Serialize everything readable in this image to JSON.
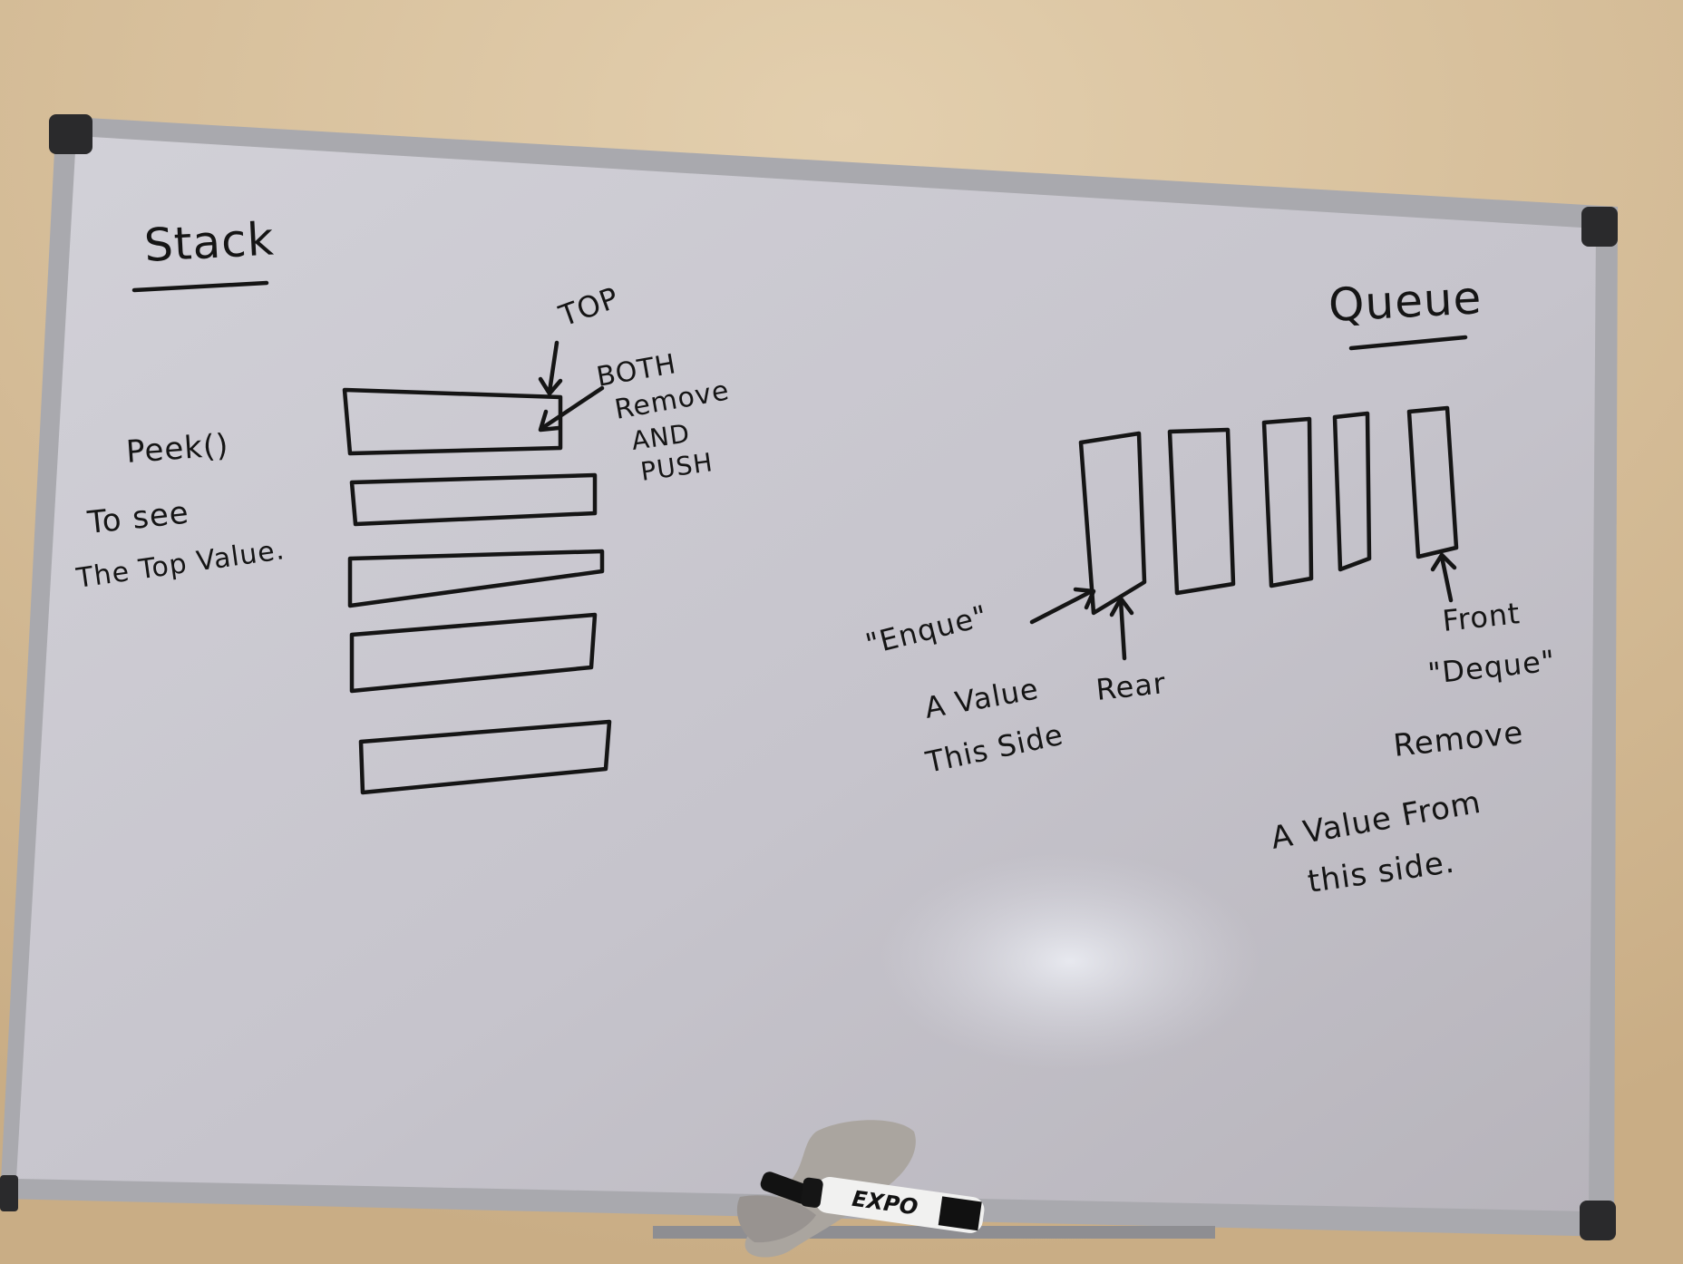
{
  "stack": {
    "title": "Stack",
    "top_label": "TOP",
    "both_label": "BOTH",
    "remove_label": "Remove",
    "and_label": "AND",
    "push_label": "PUSH",
    "peek_label": "Peek()",
    "to_see_label": "To see",
    "top_value_label": "The Top Value."
  },
  "queue": {
    "title": "Queue",
    "enque_label": "\"Enque\"",
    "a_value_label": "A Value",
    "this_side_label": "This Side",
    "rear_label": "Rear",
    "front_label": "Front",
    "deque_label": "\"Deque\"",
    "remove_label": "Remove",
    "a_value_from_label": "A Value From",
    "this_side_dot_label": "this side."
  },
  "marker": {
    "brand": "EXPO"
  },
  "colors": {
    "wall": "#d9c3a0",
    "board": "#c9c8d0",
    "frame": "#b8b8bc",
    "ink": "#151515"
  }
}
